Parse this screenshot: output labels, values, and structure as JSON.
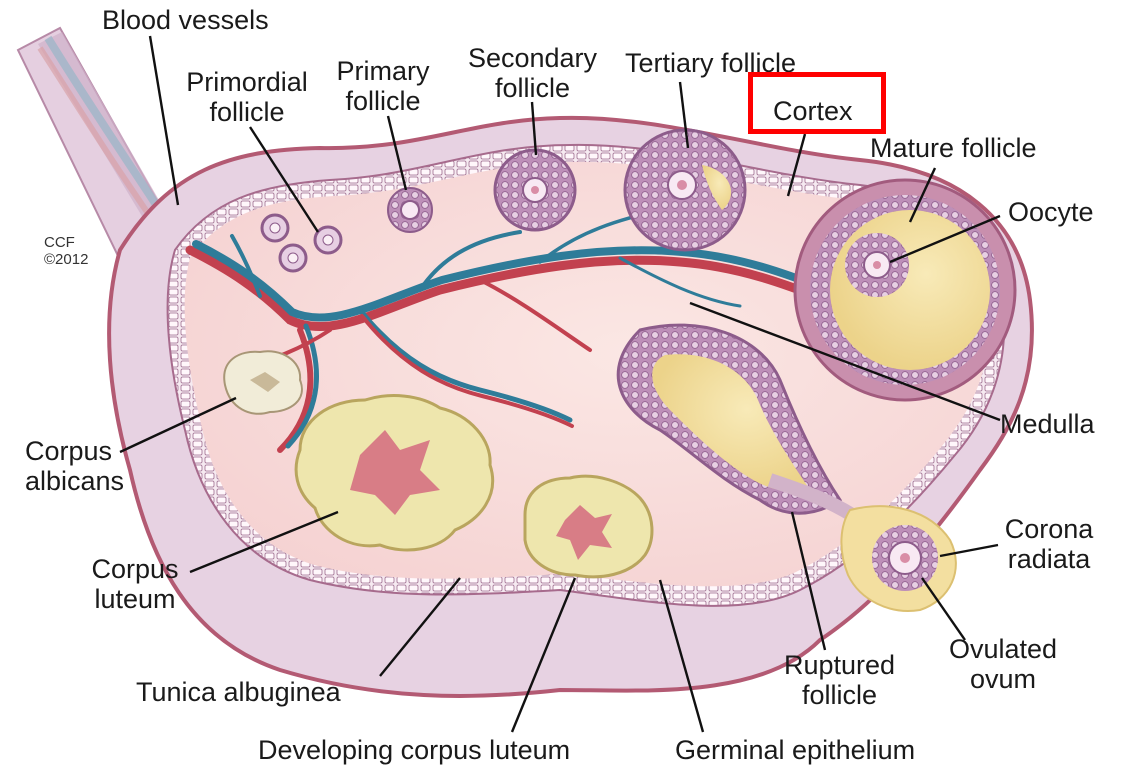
{
  "credit": {
    "line1": "CCF",
    "line2": "©2012"
  },
  "labels": {
    "blood_vessels": "Blood vessels",
    "primordial_follicle": [
      "Primordial",
      "follicle"
    ],
    "primary_follicle": [
      "Primary",
      "follicle"
    ],
    "secondary_follicle": [
      "Secondary",
      "follicle"
    ],
    "tertiary_follicle": "Tertiary follicle",
    "cortex": "Cortex",
    "mature_follicle": "Mature follicle",
    "oocyte": "Oocyte",
    "medulla": "Medulla",
    "corpus_albicans": [
      "Corpus",
      "albicans"
    ],
    "corpus_luteum": [
      "Corpus",
      "luteum"
    ],
    "corona_radiata": [
      "Corona",
      "radiata"
    ],
    "ovulated_ovum": [
      "Ovulated",
      "ovum"
    ],
    "ruptured_follicle": [
      "Ruptured",
      "follicle"
    ],
    "tunica_albuginea": "Tunica albuginea",
    "developing_corpus_luteum": "Developing corpus luteum",
    "germinal_epithelium": "Germinal epithelium"
  },
  "highlight": {
    "target": "cortex",
    "color": "#ff0000"
  },
  "colors": {
    "capsule": "#e9d3e4",
    "capsule_edge": "#b2576f",
    "epithelium": "#f3e6ef",
    "stroma": "#f8dcdc",
    "artery": "#c2414f",
    "vein": "#2f7c99",
    "follicle_cells": "#a879a6",
    "antrum": "#f2dc9a",
    "luteum": "#eee6ad",
    "luteum_core": "#d87d86",
    "albicans": "#f1ecd8"
  }
}
